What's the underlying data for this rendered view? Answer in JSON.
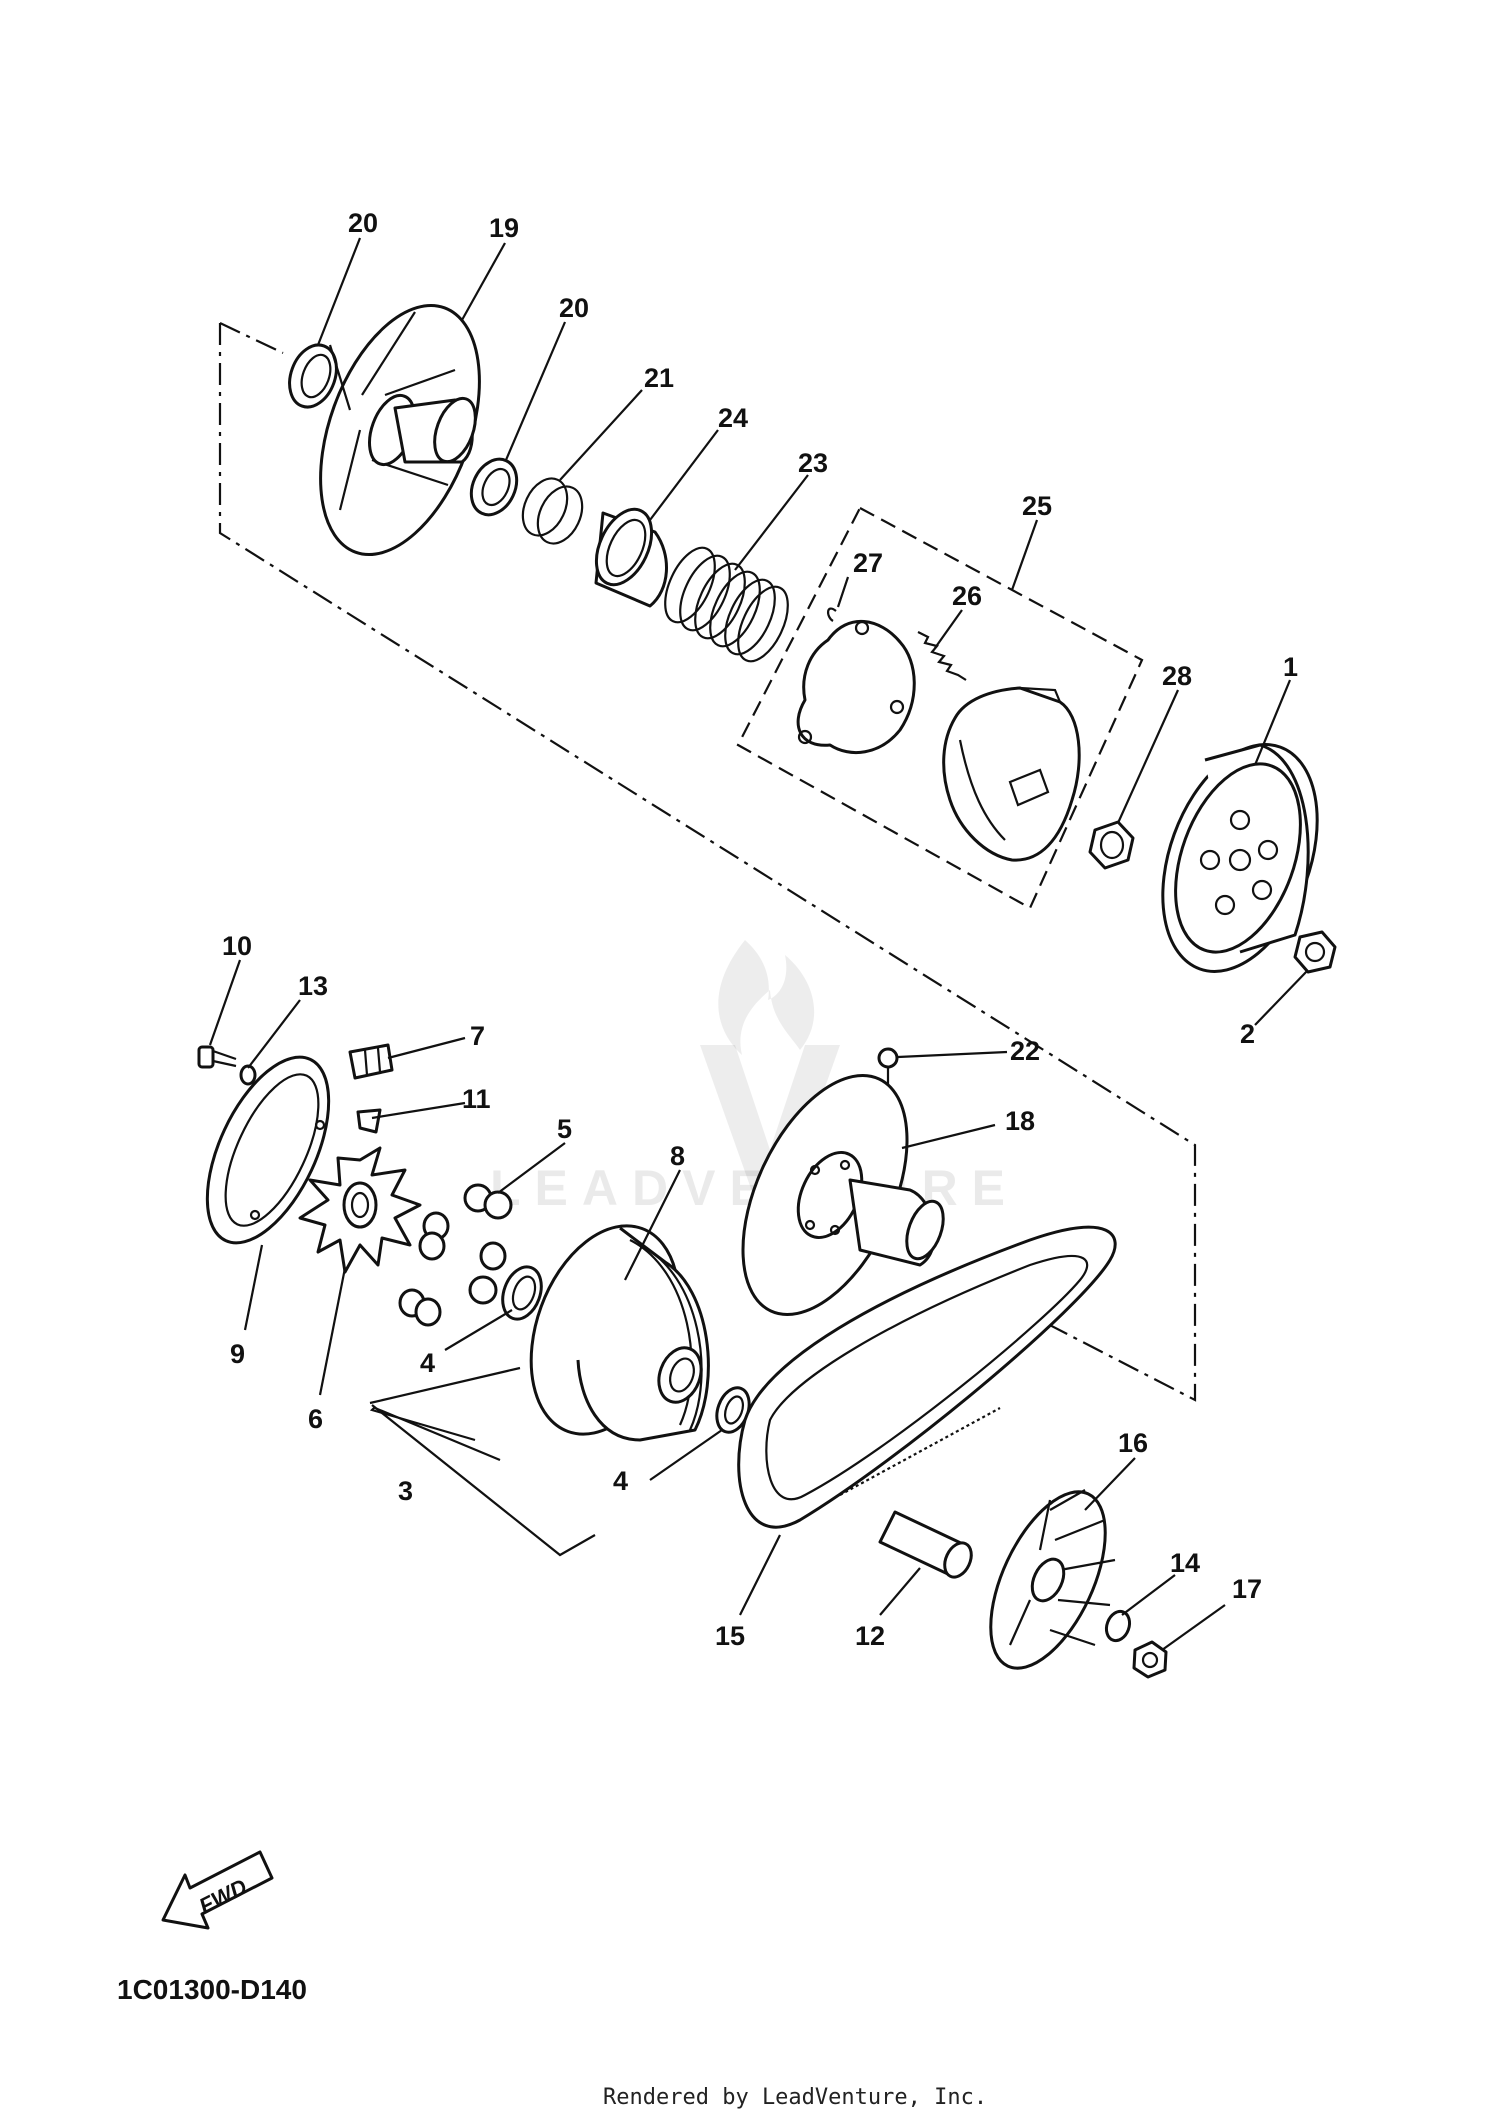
{
  "diagram": {
    "code": "1C01300-D140",
    "render_credit": "Rendered by LeadVenture, Inc.",
    "watermark": "LEADVENTURE",
    "fwd_label": "FWD",
    "callouts": [
      {
        "id": "c20a",
        "label": "20"
      },
      {
        "id": "c19",
        "label": "19"
      },
      {
        "id": "c20b",
        "label": "20"
      },
      {
        "id": "c21",
        "label": "21"
      },
      {
        "id": "c24",
        "label": "24"
      },
      {
        "id": "c23",
        "label": "23"
      },
      {
        "id": "c25",
        "label": "25"
      },
      {
        "id": "c27",
        "label": "27"
      },
      {
        "id": "c26",
        "label": "26"
      },
      {
        "id": "c28",
        "label": "28"
      },
      {
        "id": "c1",
        "label": "1"
      },
      {
        "id": "c2",
        "label": "2"
      },
      {
        "id": "c10",
        "label": "10"
      },
      {
        "id": "c13",
        "label": "13"
      },
      {
        "id": "c7",
        "label": "7"
      },
      {
        "id": "c11",
        "label": "11"
      },
      {
        "id": "c22",
        "label": "22"
      },
      {
        "id": "c18",
        "label": "18"
      },
      {
        "id": "c5",
        "label": "5"
      },
      {
        "id": "c8",
        "label": "8"
      },
      {
        "id": "c9",
        "label": "9"
      },
      {
        "id": "c6",
        "label": "6"
      },
      {
        "id": "c4a",
        "label": "4"
      },
      {
        "id": "c3",
        "label": "3"
      },
      {
        "id": "c4b",
        "label": "4"
      },
      {
        "id": "c16",
        "label": "16"
      },
      {
        "id": "c14",
        "label": "14"
      },
      {
        "id": "c17",
        "label": "17"
      },
      {
        "id": "c15",
        "label": "15"
      },
      {
        "id": "c12",
        "label": "12"
      }
    ]
  }
}
